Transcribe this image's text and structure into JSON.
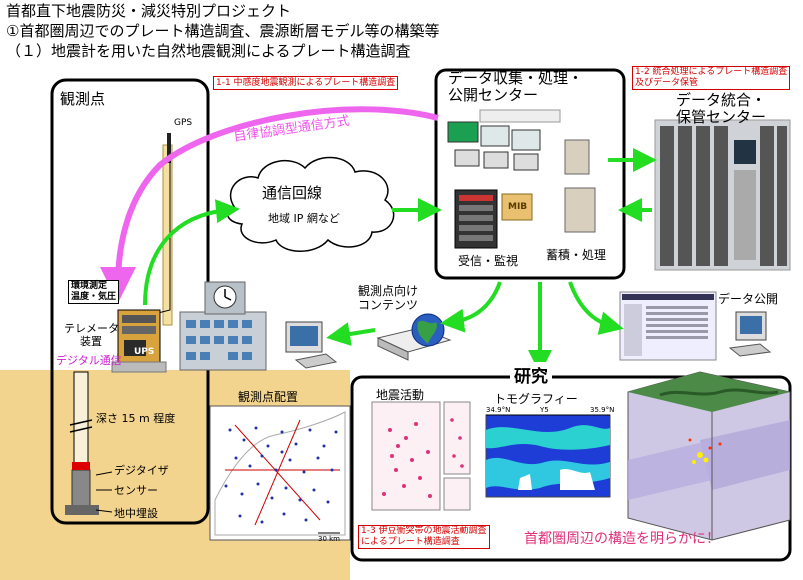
{
  "header": {
    "line1": "首都直下地震防災・減災特別プロジェクト",
    "line2": "①首都圏周辺でのプレート構造調査、震源断層モデル等の構築等",
    "line3": "（１）地震計を用いた自然地震観測によるプレート構造調査"
  },
  "labels": {
    "label_1_1": "1-1  中感度地震観測によるプレート構造調査",
    "label_1_2a": "1-2  統合処理によるプレート構造調査",
    "label_1_2b": "及びデータ保管",
    "label_1_3a": "1-3  伊豆衝突帯の地震活動調査",
    "label_1_3b": "によるプレート構造調査"
  },
  "observation": {
    "title": "観測点",
    "gps": "GPS",
    "env_a": "環境測定",
    "env_b": "温度・気圧",
    "telemeter_a": "テレメータ",
    "telemeter_b": "装置",
    "ups": "UPS",
    "digital": "デジタル通信",
    "depth": "深さ 15 m 程度",
    "digitizer": "デジタイザ",
    "sensor": "センサー",
    "buried": "地中埋設"
  },
  "network": {
    "autonomous": "自律協調型通信方式",
    "line": "通信回線",
    "ip": "地域 IP 網など"
  },
  "center": {
    "title_a": "データ収集・処理・",
    "title_b": "公開センター",
    "mib": "MIB",
    "receive": "受信・監視",
    "store": "蓄積・処理"
  },
  "storage": {
    "title_a": "データ統合・",
    "title_b": "保管センター"
  },
  "publish": {
    "contents_a": "観測点向け",
    "contents_b": "コンテンツ",
    "data_public": "データ公開"
  },
  "map": {
    "title": "観測点配置",
    "scale": "30 km"
  },
  "research": {
    "title": "研究",
    "activity": "地震活動",
    "tomography": "トモグラフィー",
    "tomo_left": "34.9°N",
    "tomo_mid": "Y5",
    "tomo_right": "35.9°N",
    "conclusion": "首都圏周辺の構造を明らかに！"
  },
  "colors": {
    "ground": "#f3d48f",
    "arrow_green": "#22dd22",
    "arrow_magenta": "#ee66ee",
    "label_red": "#d40000"
  }
}
